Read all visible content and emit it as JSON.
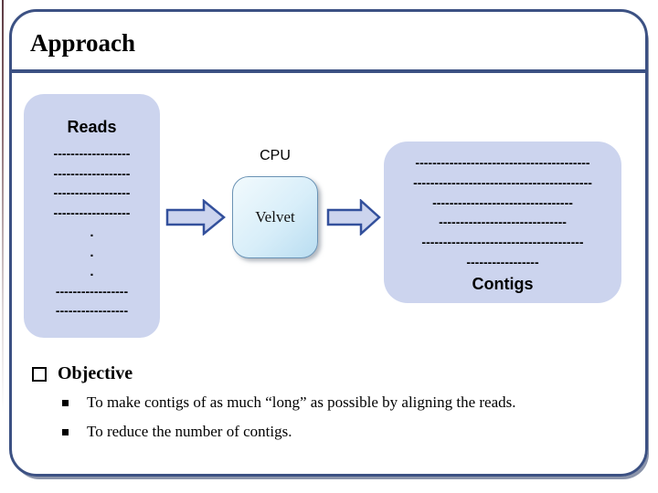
{
  "slide": {
    "title": "Approach",
    "reads_box": {
      "heading": "Reads",
      "lines": [
        "------------------",
        "------------------",
        "------------------",
        "------------------",
        ".",
        ".",
        ".",
        "-----------------",
        "-----------------"
      ]
    },
    "cpu_label": "CPU",
    "velvet_label": "Velvet",
    "contigs_box": {
      "lines": [
        "-----------------------------------------",
        "------------------------------------------",
        "---------------------------------",
        "------------------------------",
        "--------------------------------------",
        "-----------------"
      ],
      "heading": "Contigs"
    },
    "objective": {
      "heading": "Objective",
      "bullets": [
        "To make contigs of as much “long” as possible by aligning the reads.",
        "To reduce the number of contigs."
      ]
    }
  },
  "colors": {
    "frame-navy": "#3c5183",
    "panel-lavender": "#ccd4ee",
    "arrow-fill": "#ccd4ee",
    "arrow-border": "#33509c",
    "velvet-border": "#6b93b5",
    "velvet-grad-start": "#f2fafd",
    "velvet-grad-end": "#b9ddf1",
    "shadow": "#8b94aa"
  }
}
